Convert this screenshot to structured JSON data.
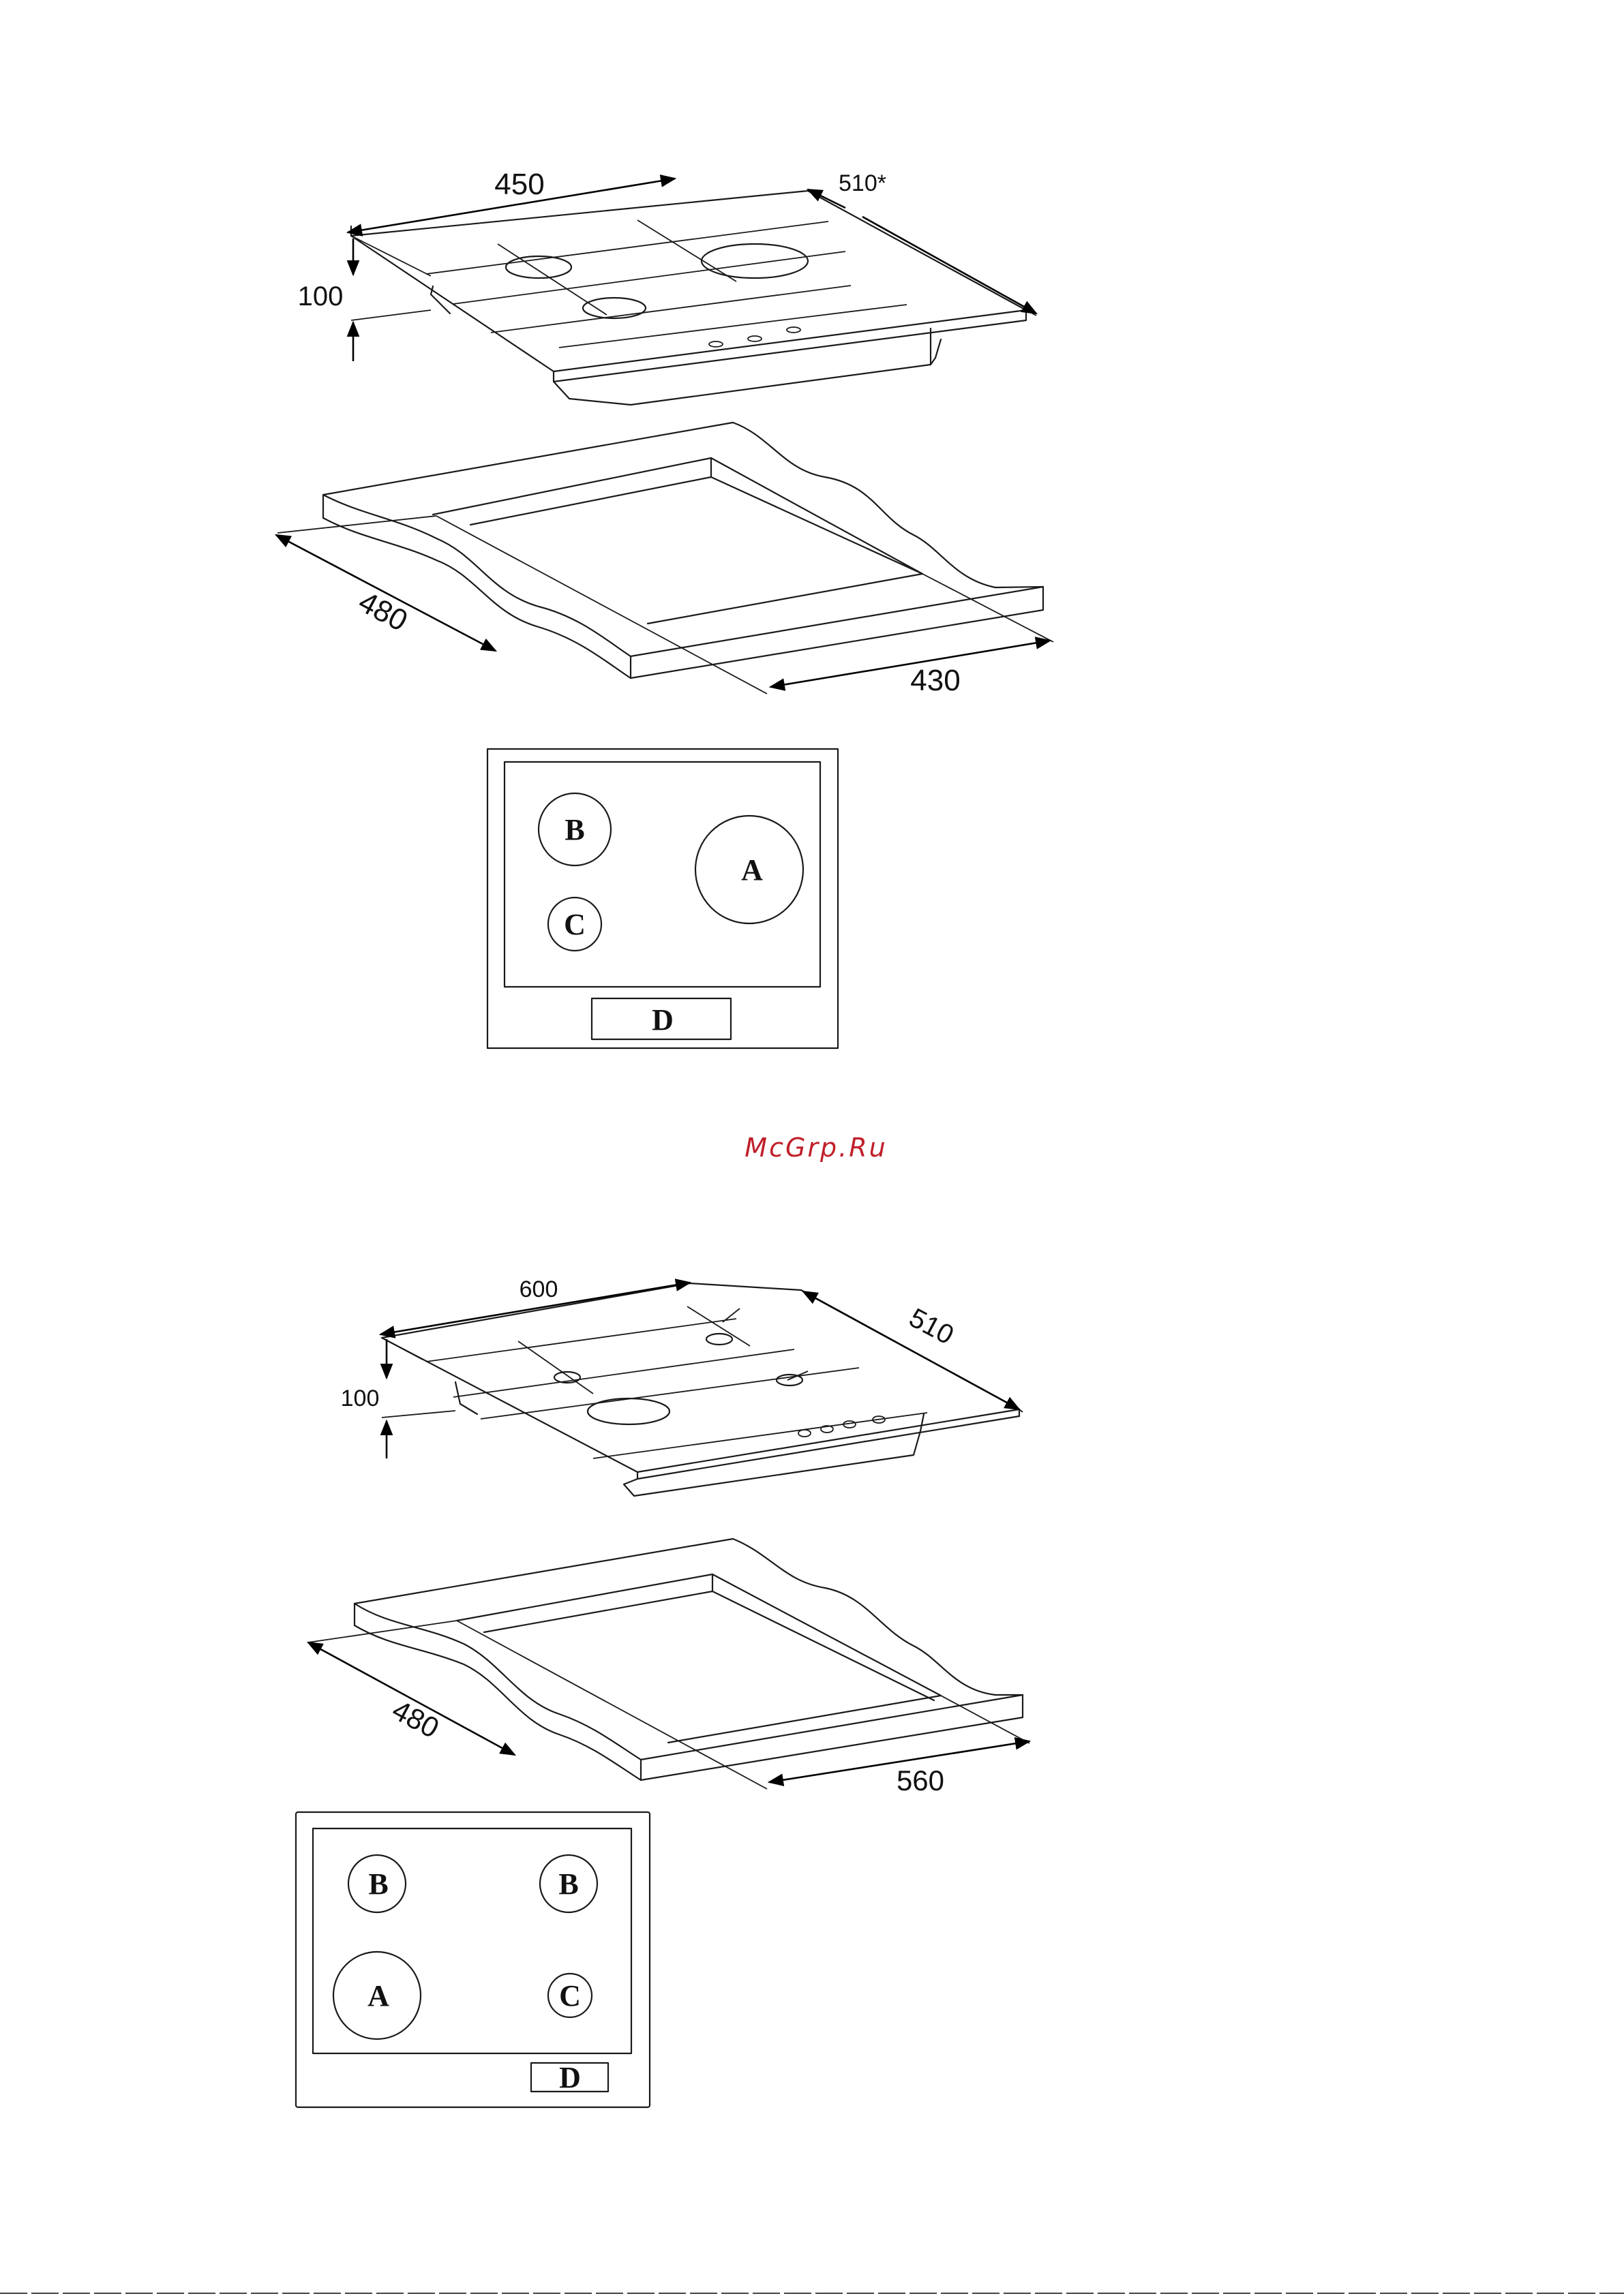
{
  "top_hob": {
    "width_label": "450",
    "depth_label": "510*",
    "height_label": "100",
    "cutout_depth_label": "480",
    "cutout_width_label": "430",
    "zones": {
      "large": "A",
      "medium": "B",
      "small": "C",
      "controls": "D"
    }
  },
  "watermark": "McGrp.Ru",
  "bottom_hob": {
    "width_label": "600",
    "depth_label": "510",
    "height_label": "100",
    "cutout_depth_label": "480",
    "cutout_width_label": "560",
    "zones": {
      "top_left": "B",
      "top_right": "B",
      "bottom_left": "A",
      "bottom_right": "C",
      "controls": "D"
    }
  }
}
